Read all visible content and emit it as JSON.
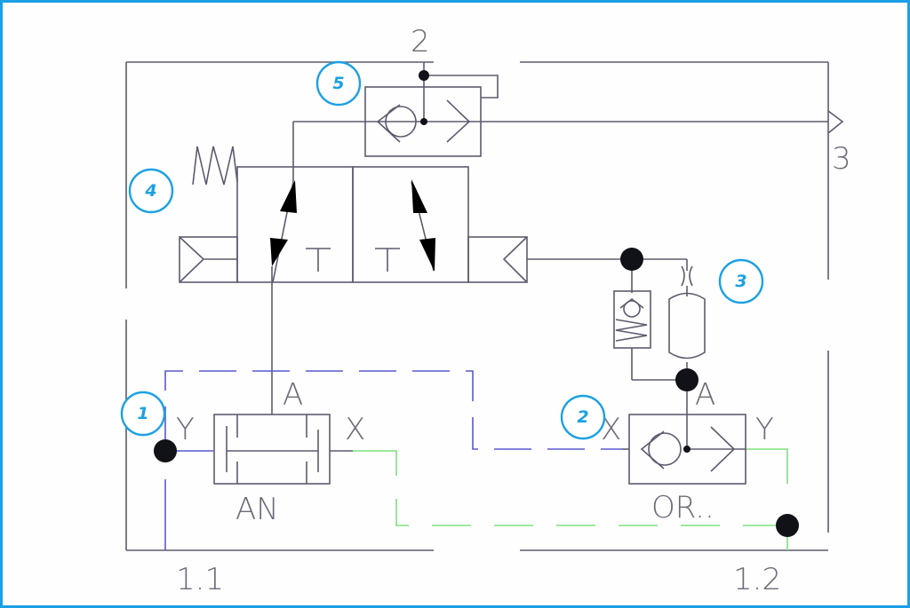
{
  "figure": {
    "border_color": "#1ca0e3",
    "line_color": "#5b5b6e",
    "pilot_line_color": "#5858d0",
    "drain_line_color": "#7fe07f"
  },
  "port_labels": {
    "top_port": "2",
    "right_port": "3",
    "bottom_left": "1.1",
    "bottom_right": "1.2"
  },
  "valve_labels": {
    "valve_an_a": "A",
    "valve_an_y": "Y",
    "valve_an_x": "X",
    "valve_an_name": "AN",
    "valve_or_a": "A",
    "valve_or_x": "X",
    "valve_or_y": "Y",
    "valve_or_name": "OR..",
    "directional_t1": "T",
    "directional_t2": "T"
  },
  "callouts": [
    {
      "id": "1",
      "label": "1"
    },
    {
      "id": "2",
      "label": "2"
    },
    {
      "id": "3",
      "label": "3"
    },
    {
      "id": "4",
      "label": "4"
    },
    {
      "id": "5",
      "label": "5"
    }
  ]
}
